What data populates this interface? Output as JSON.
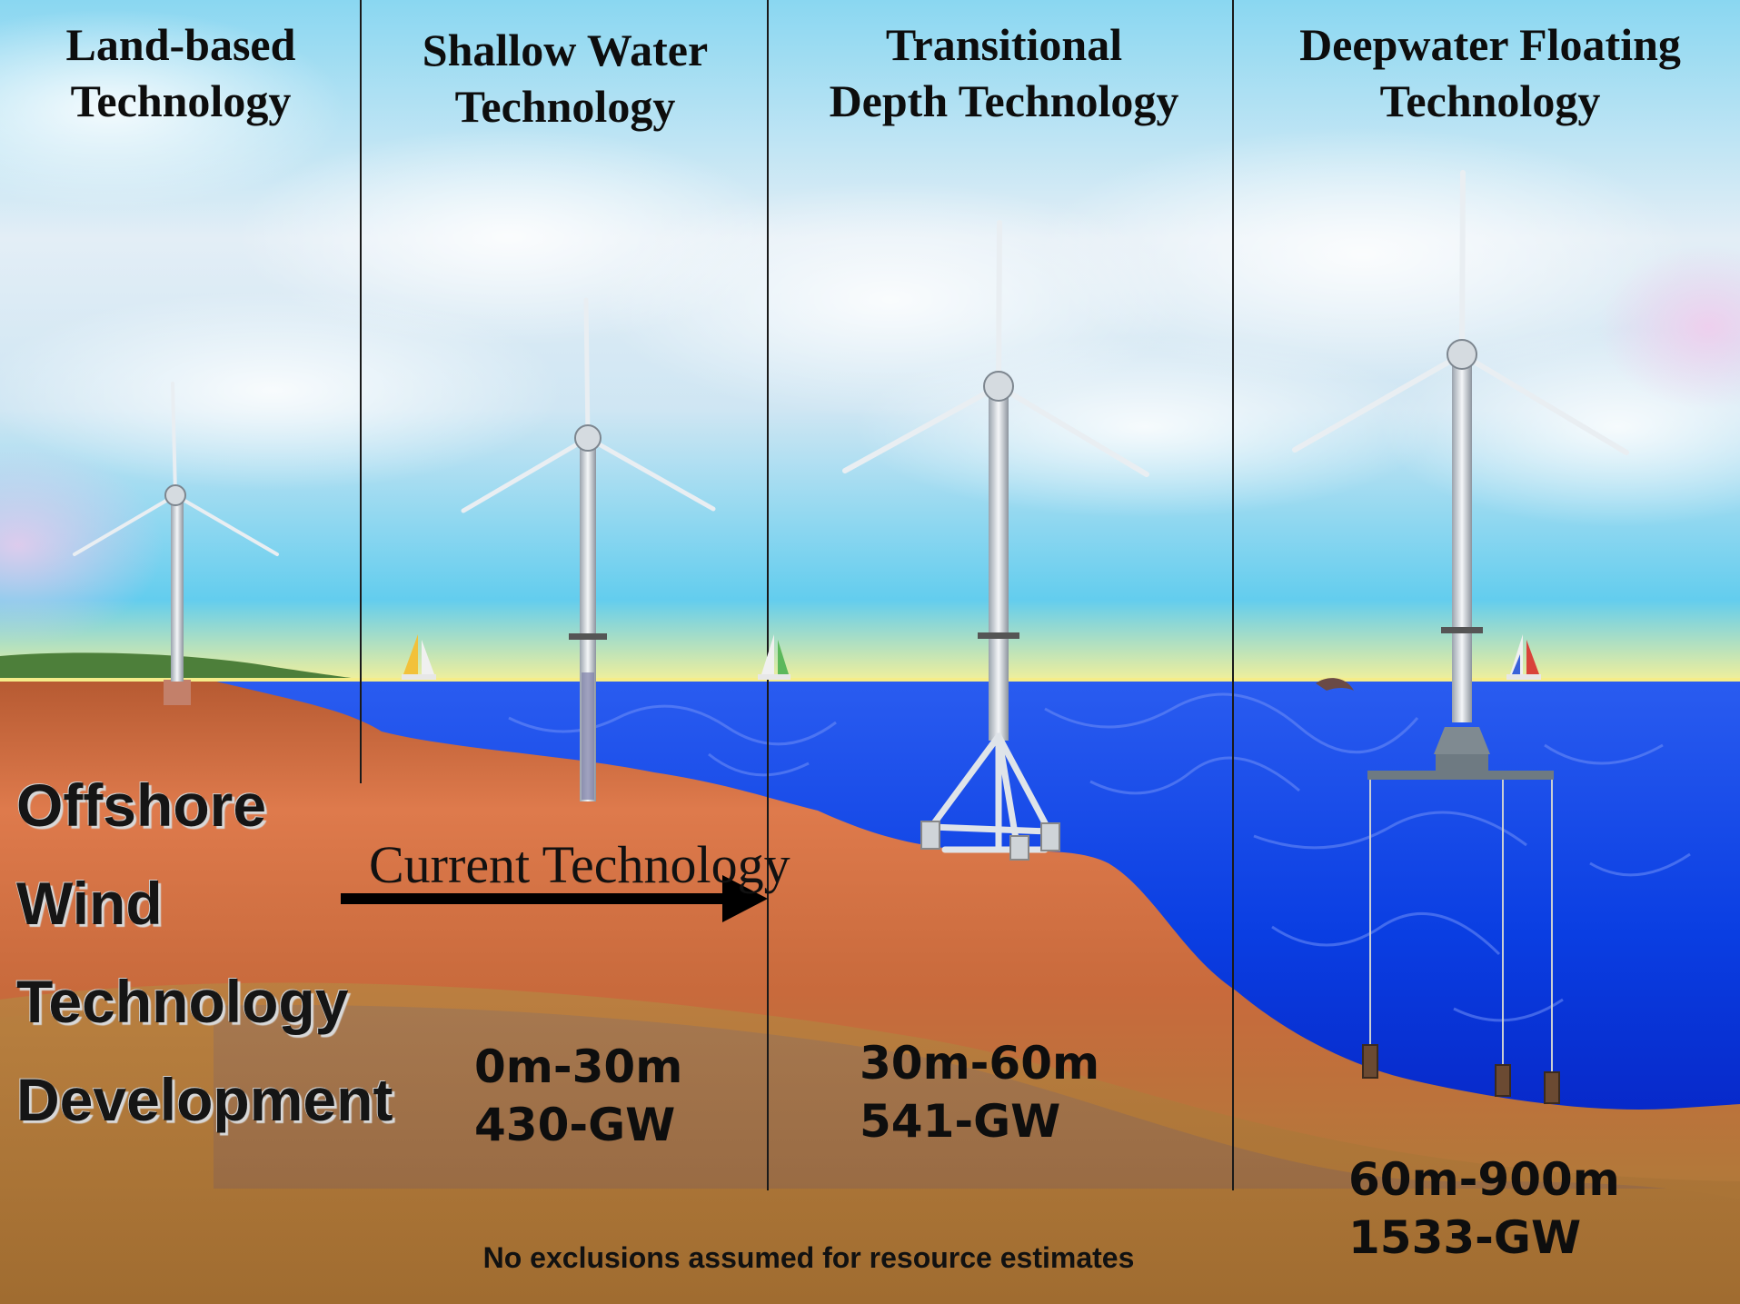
{
  "columns": [
    {
      "id": "land",
      "heading": [
        "Land-based",
        "Technology"
      ]
    },
    {
      "id": "shallow",
      "heading": [
        "Shallow Water",
        "Technology"
      ]
    },
    {
      "id": "transitional",
      "heading": [
        "Transitional",
        "Depth Technology"
      ]
    },
    {
      "id": "deepwater",
      "heading": [
        "Deepwater Floating",
        "Technology"
      ]
    }
  ],
  "title_lines": [
    "Offshore",
    "Wind",
    "Technology",
    "Development"
  ],
  "current_technology_label": "Current Technology",
  "resources": [
    {
      "id": "shallow",
      "depth": "0m-30m",
      "capacity": "430-GW"
    },
    {
      "id": "transitional",
      "depth": "30m-60m",
      "capacity": "541-GW"
    },
    {
      "id": "deepwater",
      "depth": "60m-900m",
      "capacity": "1533-GW"
    }
  ],
  "footnote": "No exclusions assumed for resource estimates",
  "colors": {
    "sky_top": "#8fd9f2",
    "sky_mid": "#d8ecf6",
    "sky_low": "#4fc6ea",
    "water": "#0b3fe6",
    "water_deep": "#0626c9",
    "seabed": "#d06a3e",
    "ground": "#b37a3d",
    "divider": "#1a1a1a"
  }
}
